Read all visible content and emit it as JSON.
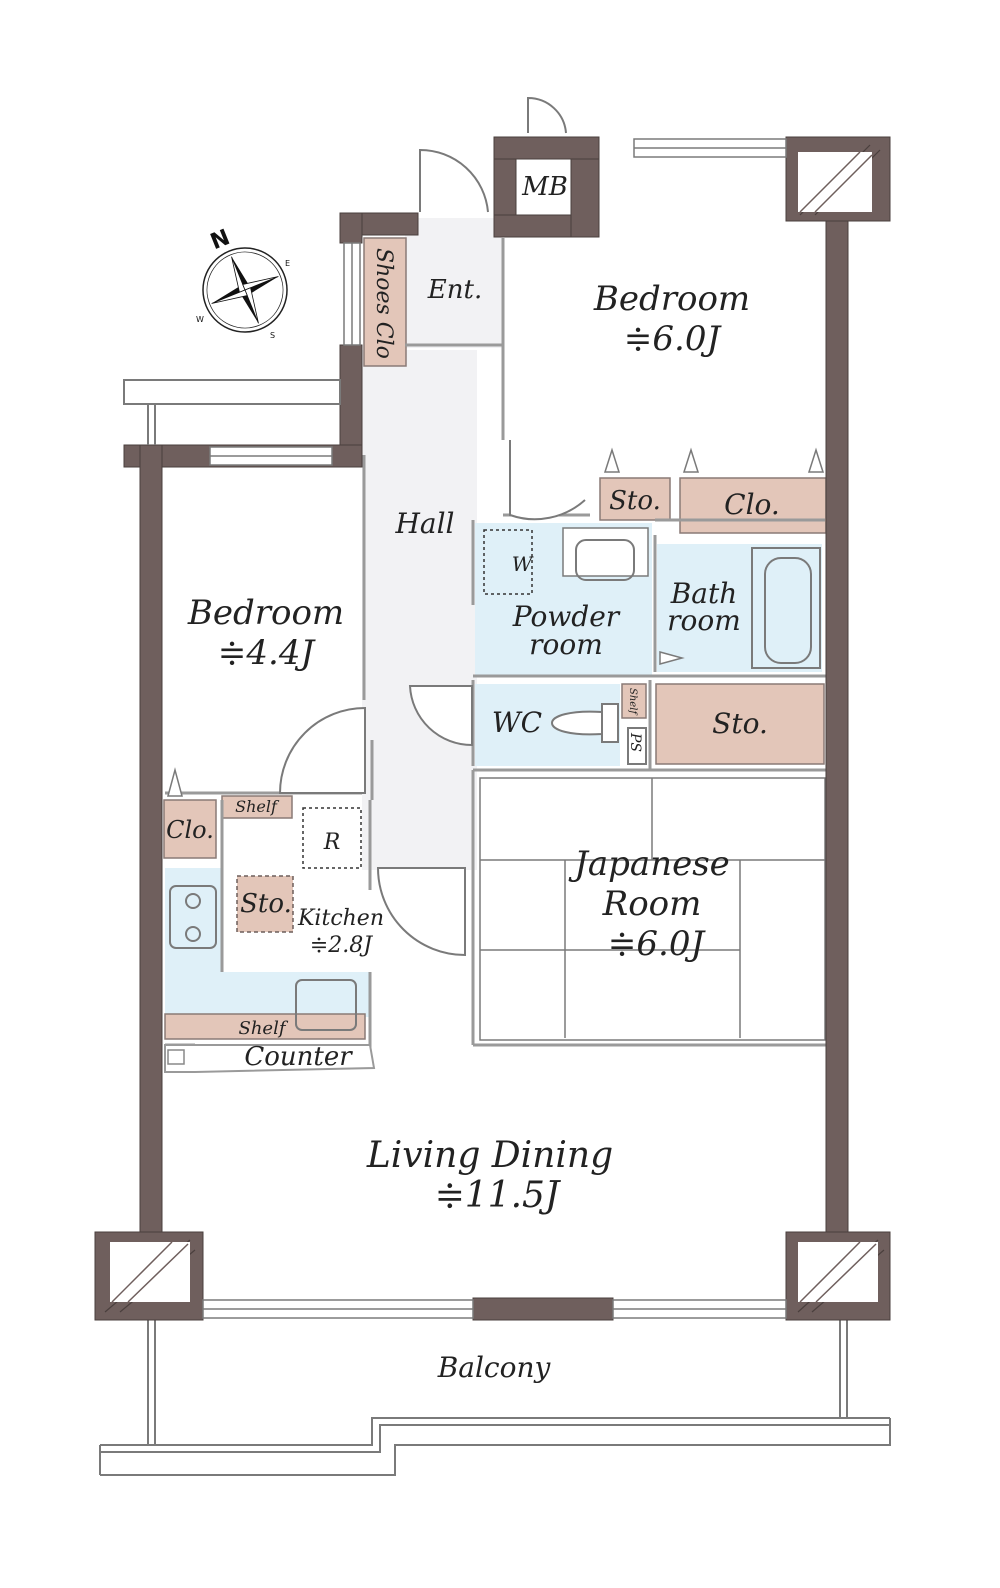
{
  "colors": {
    "wall": "#6f5f5d",
    "wall_edge": "#4a3f3d",
    "floor": "#ffffff",
    "hall_floor": "#f2f2f4",
    "wet_area": "#dff0f8",
    "storage": "#e3c6b9",
    "line": "#7a7a7a"
  },
  "compass": {
    "north": "N",
    "east": "E",
    "south": "S",
    "west": "W"
  },
  "rooms": {
    "mb": "MB",
    "entrance": "Ent.",
    "shoes_closet": "Shoes Clo",
    "bedroom_a": {
      "name": "Bedroom",
      "size": "≑6.0J"
    },
    "bedroom_a_storage": "Sto.",
    "bedroom_a_closet": "Clo.",
    "hall": "Hall",
    "washer": "W",
    "powder_room": {
      "line1": "Powder",
      "line2": "room"
    },
    "bath_room": {
      "line1": "Bath",
      "line2": "room"
    },
    "wc": "WC",
    "wc_shelf": "Shelf",
    "ps": "PS",
    "wc_storage": "Sto.",
    "bedroom_b": {
      "name": "Bedroom",
      "size": "≑4.4J"
    },
    "bedroom_b_closet": "Clo.",
    "kitchen_shelf_top": "Shelf",
    "refrigerator": "R",
    "kitchen_storage": "Sto.",
    "kitchen": {
      "name": "Kitchen",
      "size": "≑2.8J"
    },
    "kitchen_shelf_bottom": "Shelf",
    "counter": "Counter",
    "japanese_room": {
      "line1": "Japanese",
      "line2": "Room",
      "size": "≑6.0J"
    },
    "living_dining": {
      "name": "Living Dining",
      "size": "≑11.5J"
    },
    "balcony": "Balcony"
  }
}
